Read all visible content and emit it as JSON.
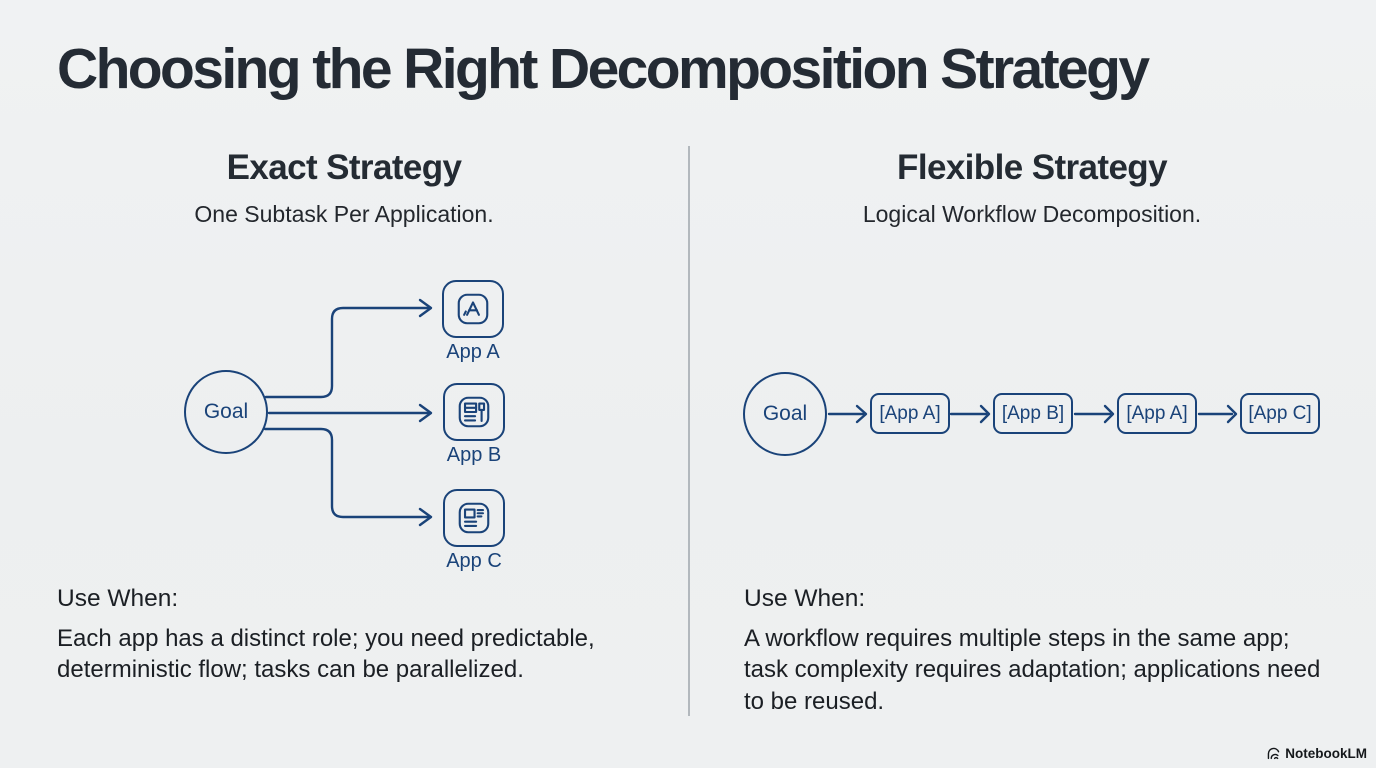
{
  "title": "Choosing the Right Decomposition Strategy",
  "columns": {
    "left": {
      "heading": "Exact Strategy",
      "subheading": "One Subtask Per Application.",
      "goal_label": "Goal",
      "apps": [
        {
          "label": "App A",
          "icon": "app-store-a-icon"
        },
        {
          "label": "App B",
          "icon": "window-grid-icon"
        },
        {
          "label": "App C",
          "icon": "news-list-icon"
        }
      ],
      "use_when_label": "Use When:",
      "use_when_text": "Each app has a distinct role; you need predictable, deterministic flow; tasks can be parallelized."
    },
    "right": {
      "heading": "Flexible Strategy",
      "subheading": "Logical Workflow Decomposition.",
      "goal_label": "Goal",
      "steps": [
        "[App A]",
        "[App B]",
        "[App A]",
        "[App C]"
      ],
      "use_when_label": "Use When:",
      "use_when_text": "A workflow requires multiple steps in the same app; task complexity requires adaptation; applications need to be reused."
    }
  },
  "watermark": {
    "label": "NotebookLM",
    "icon": "notebooklm-logo-icon"
  },
  "colors": {
    "background": "#eef0f1",
    "diagram_stroke": "#1a4379",
    "heading_text": "#242b33",
    "body_text": "#1b1f24",
    "divider": "#b2b8bd"
  }
}
